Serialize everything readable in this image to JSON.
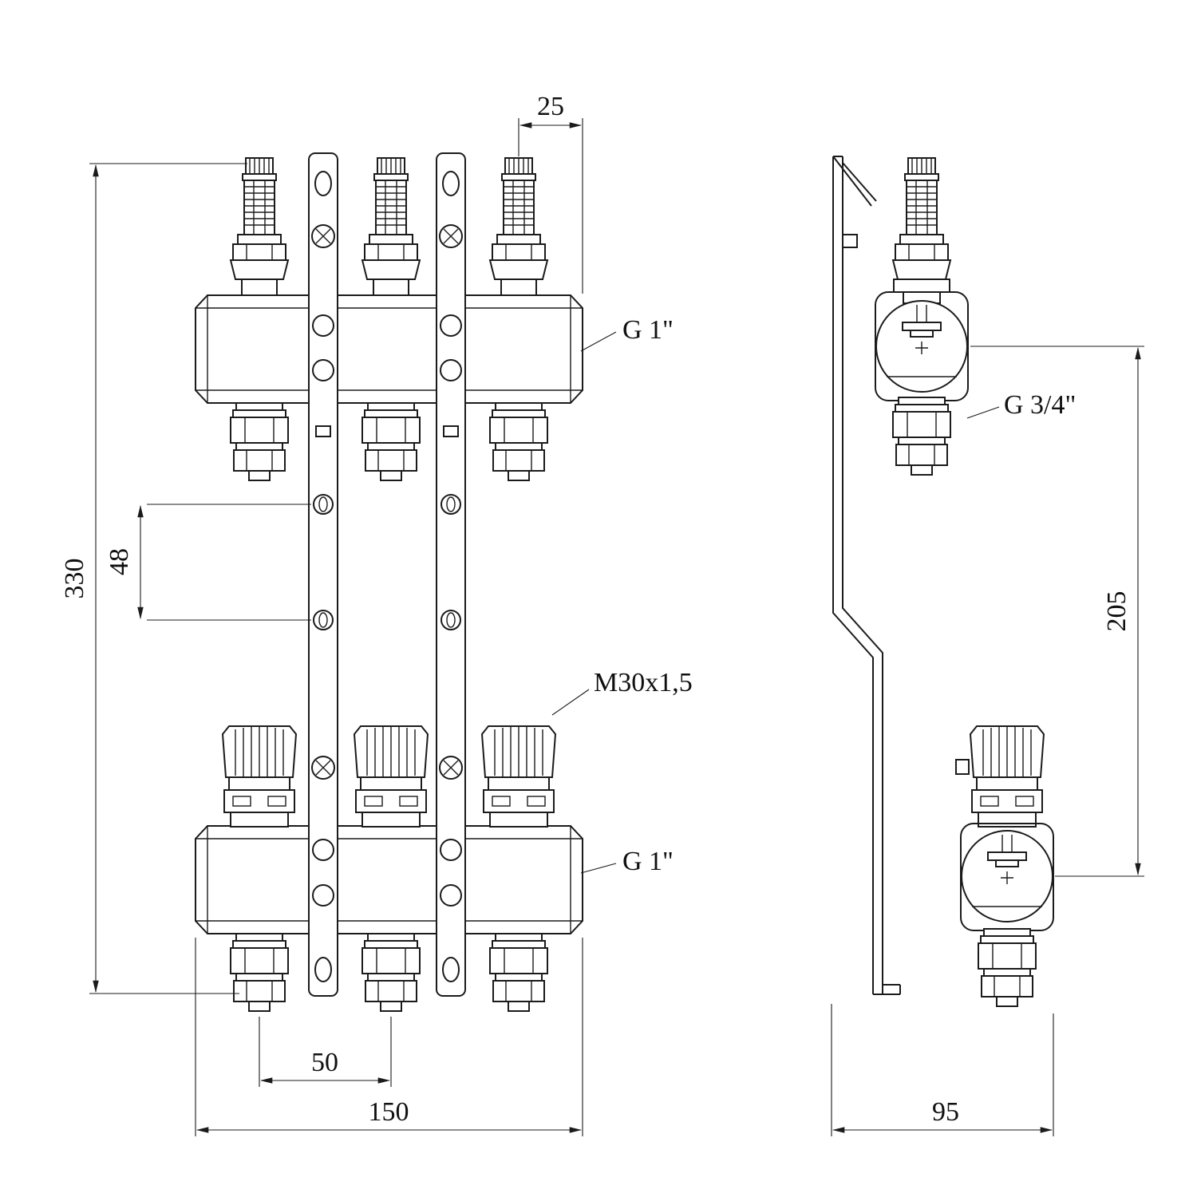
{
  "labels": {
    "thread_top": "G 1\"",
    "thread_bottom": "G 1\"",
    "thread_side": "G 3/4\"",
    "valve_thread": "M30x1,5"
  },
  "dimensions": {
    "flowmeter_offset": "25",
    "overall_height": "330",
    "bracket_hole_spacing": "48",
    "outlet_spacing": "50",
    "overall_width": "150",
    "side_depth": "95",
    "side_port_spacing": "205"
  }
}
